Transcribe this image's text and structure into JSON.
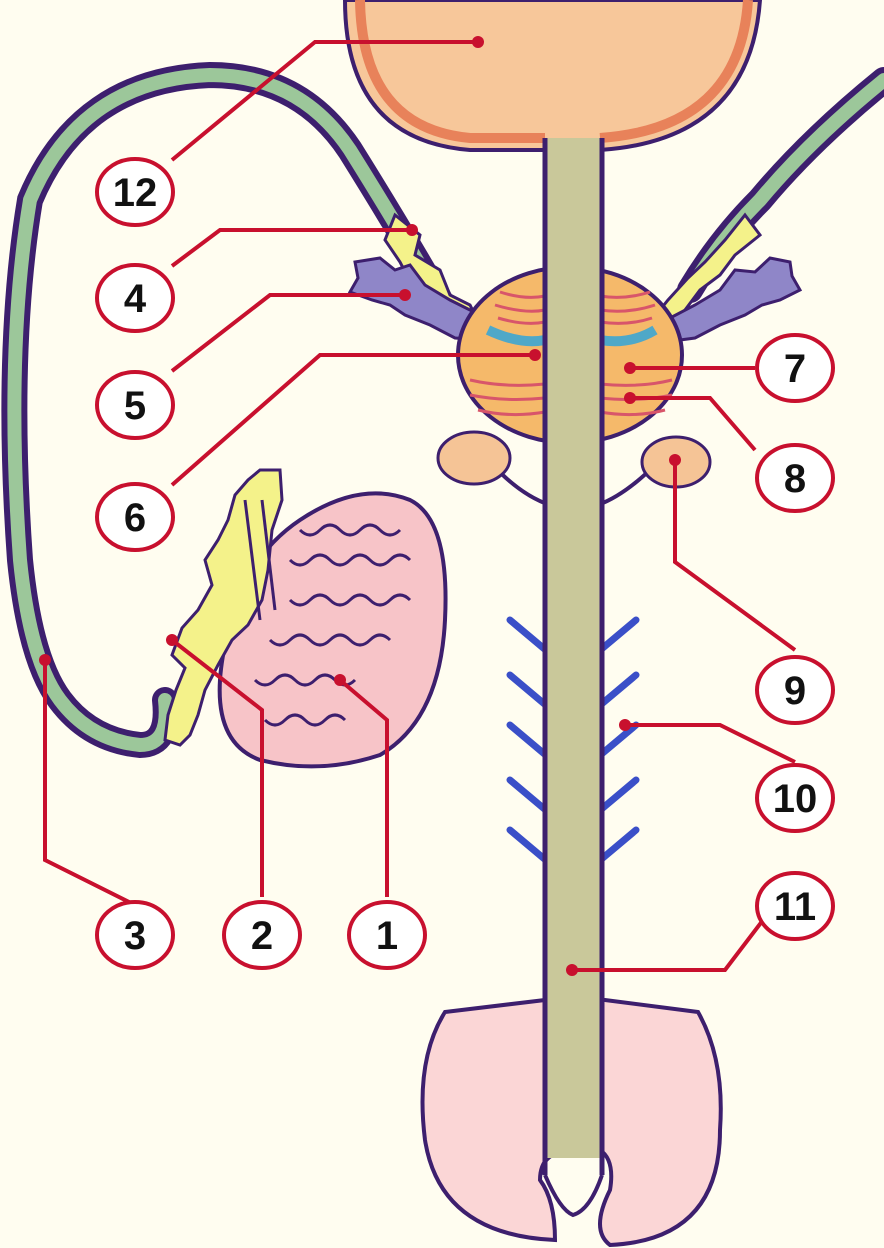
{
  "colors": {
    "background": "#fffdf0",
    "outline": "#3d1f6e",
    "pointer": "#c8102e",
    "bladder": "#f7c79a",
    "bladder_rim": "#e8825a",
    "urethra": "#c9c89a",
    "vas_deferens": "#9cc79a",
    "epididymis": "#f4f28a",
    "seminal_vesicle": "#8f86c8",
    "prostate": "#f5b96a",
    "testis": "#f7c4c8",
    "glans": "#fbd6d6",
    "nerves": "#3a4fc8"
  },
  "labels": [
    {
      "id": "1",
      "text": "1"
    },
    {
      "id": "2",
      "text": "2"
    },
    {
      "id": "3",
      "text": "3"
    },
    {
      "id": "4",
      "text": "4"
    },
    {
      "id": "5",
      "text": "5"
    },
    {
      "id": "6",
      "text": "6"
    },
    {
      "id": "7",
      "text": "7"
    },
    {
      "id": "8",
      "text": "8"
    },
    {
      "id": "9",
      "text": "9"
    },
    {
      "id": "10",
      "text": "10"
    },
    {
      "id": "11",
      "text": "11"
    },
    {
      "id": "12",
      "text": "12"
    }
  ]
}
